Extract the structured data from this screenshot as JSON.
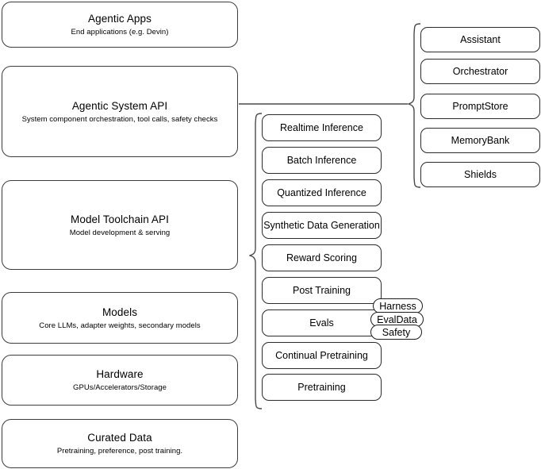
{
  "diagram": {
    "title": "AI stack layered architecture",
    "background_color": "#ffffff",
    "stroke_color": "#3c3c3c"
  },
  "layers": [
    {
      "title": "Agentic Apps",
      "subtitle": "End applications (e.g. Devin)"
    },
    {
      "title": "Agentic System API",
      "subtitle": "System component orchestration, tool calls, safety checks"
    },
    {
      "title": "Model Toolchain API",
      "subtitle": "Model development & serving"
    },
    {
      "title": "Models",
      "subtitle": "Core LLMs, adapter weights, secondary models"
    },
    {
      "title": "Hardware",
      "subtitle": "GPUs/Accelerators/Storage"
    },
    {
      "title": "Curated Data",
      "subtitle": "Pretraining, preference, post training."
    }
  ],
  "toolchain_components": [
    {
      "title": "Realtime Inference"
    },
    {
      "title": "Batch Inference"
    },
    {
      "title": "Quantized Inference"
    },
    {
      "title": "Synthetic Data Generation"
    },
    {
      "title": "Reward Scoring"
    },
    {
      "title": "Post Training"
    },
    {
      "title": "Evals"
    },
    {
      "title": "Continual Pretraining"
    },
    {
      "title": "Pretraining"
    }
  ],
  "system_components": [
    {
      "title": "Assistant"
    },
    {
      "title": "Orchestrator"
    },
    {
      "title": "PromptStore"
    },
    {
      "title": "MemoryBank"
    },
    {
      "title": "Shields"
    }
  ],
  "eval_badges": [
    {
      "title": "Harness"
    },
    {
      "title": "EvalData"
    },
    {
      "title": "Safety"
    }
  ]
}
